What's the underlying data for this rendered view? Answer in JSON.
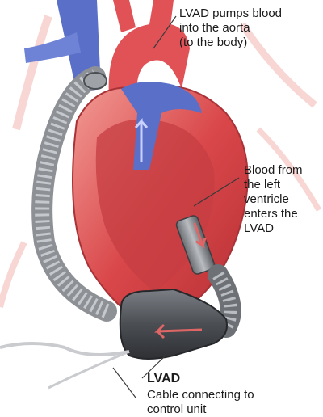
{
  "labels": {
    "aorta": "LVAD pumps blood\ninto the aorta\n(to the body)",
    "ventricle": "Blood from\nthe left\nventricle\nenters the\nLVAD",
    "device": "LVAD",
    "cable": "Cable connecting to\ncontrol unit"
  },
  "colors": {
    "heart_red": "#d9474a",
    "vessel_blue": "#5a6fc7",
    "device_gray": "#4b4e53",
    "flow_arrow": "#e06666"
  }
}
